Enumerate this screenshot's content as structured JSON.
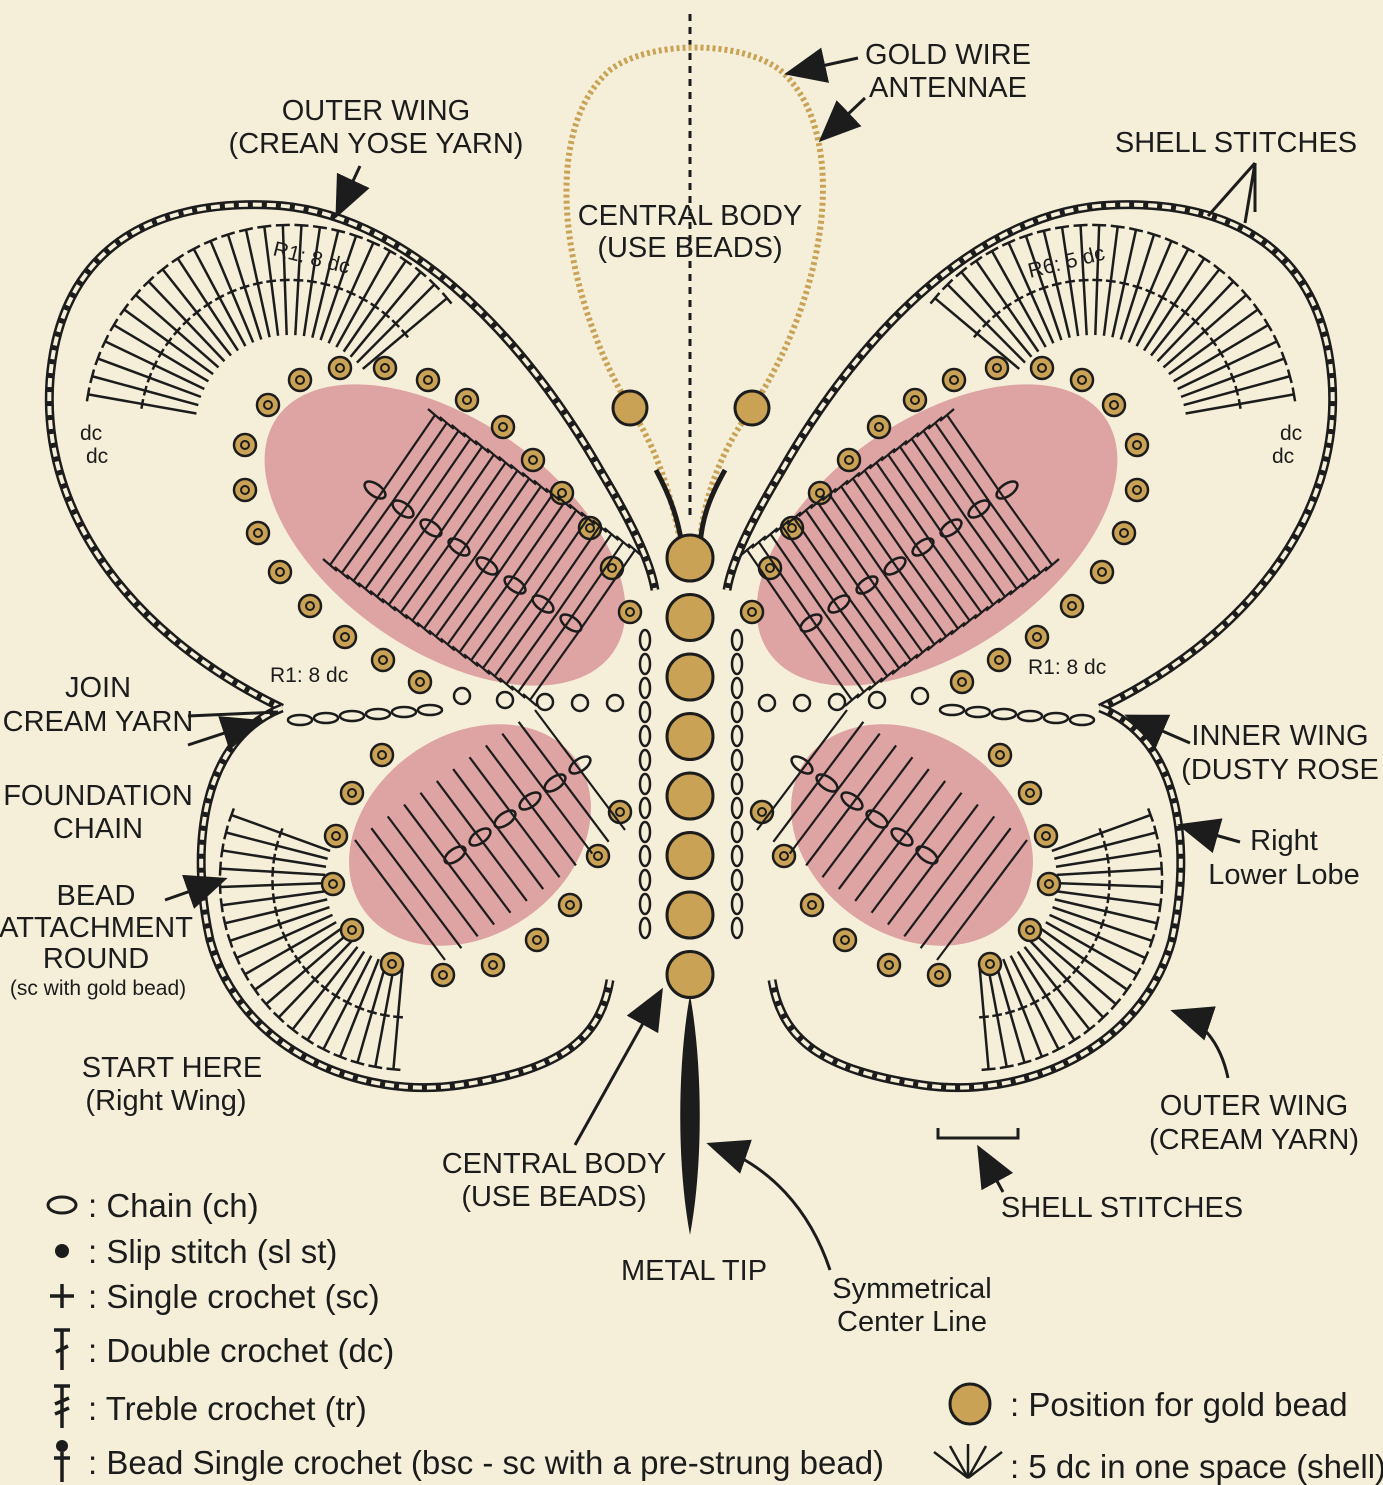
{
  "colors": {
    "background": "#f5efd9",
    "inner_wing": "#dea3a3",
    "gold_bead": "#c9a256",
    "ink": "#1c1c1c"
  },
  "labels": {
    "outer_wing_top": [
      "OUTER WING",
      "(CREAN YOSE YARN)"
    ],
    "gold_wire": [
      "GOLD WIRE",
      "ANTENNAE"
    ],
    "central_body_top": [
      "CENTRAL BODY",
      "(USE BEADS)"
    ],
    "shell_stitches_top": "SHELL STITCHES",
    "r1_left_top": "R1: 8 dc",
    "r6_right_top": "R6: 5 dc",
    "dc_left": [
      "dc",
      "dc"
    ],
    "dc_right": [
      "dc",
      "dc"
    ],
    "r1_left_mid": "R1: 8 dc",
    "r1_right_mid": "R1: 8 dc",
    "join": [
      "JOIN",
      "CREAM YARN"
    ],
    "inner_wing": [
      "INNER WING",
      "(DUSTY ROSE"
    ],
    "foundation": [
      "FOUNDATION",
      "CHAIN"
    ],
    "right_lower_lobe": [
      "Right",
      "Lower Lobe"
    ],
    "bead_attach": [
      "BEAD",
      "ATTACHMENT",
      "ROUND",
      "(sc with gold bead)"
    ],
    "start_here": [
      "START HERE",
      "(Right Wing)"
    ],
    "outer_wing_bottom": [
      "OUTER WING",
      "(CREAM YARN)"
    ],
    "central_body_bottom": [
      "CENTRAL BODY",
      "(USE BEADS)"
    ],
    "shell_stitches_bottom": "SHELL STITCHES",
    "metal_tip": "METAL TIP",
    "center_line": [
      "Symmetrical",
      "Center Line"
    ]
  },
  "legend": [
    {
      "symbol": "chain-icon",
      "text": ": Chain (ch)"
    },
    {
      "symbol": "slip-stitch-icon",
      "text": ": Slip stitch (sl st)"
    },
    {
      "symbol": "single-crochet-icon",
      "text": ": Single crochet (sc)"
    },
    {
      "symbol": "double-crochet-icon",
      "text": ": Double crochet (dc)"
    },
    {
      "symbol": "treble-crochet-icon",
      "text": ": Treble crochet (tr)"
    },
    {
      "symbol": "bead-single-crochet-icon",
      "text": ": Bead Single crochet (bsc - sc with a pre-strung bead)"
    }
  ],
  "legend_right": [
    {
      "symbol": "gold-bead-icon",
      "text": ": Position for gold bead"
    },
    {
      "symbol": "shell-icon",
      "text": ": 5 dc in one space (shell)"
    }
  ]
}
